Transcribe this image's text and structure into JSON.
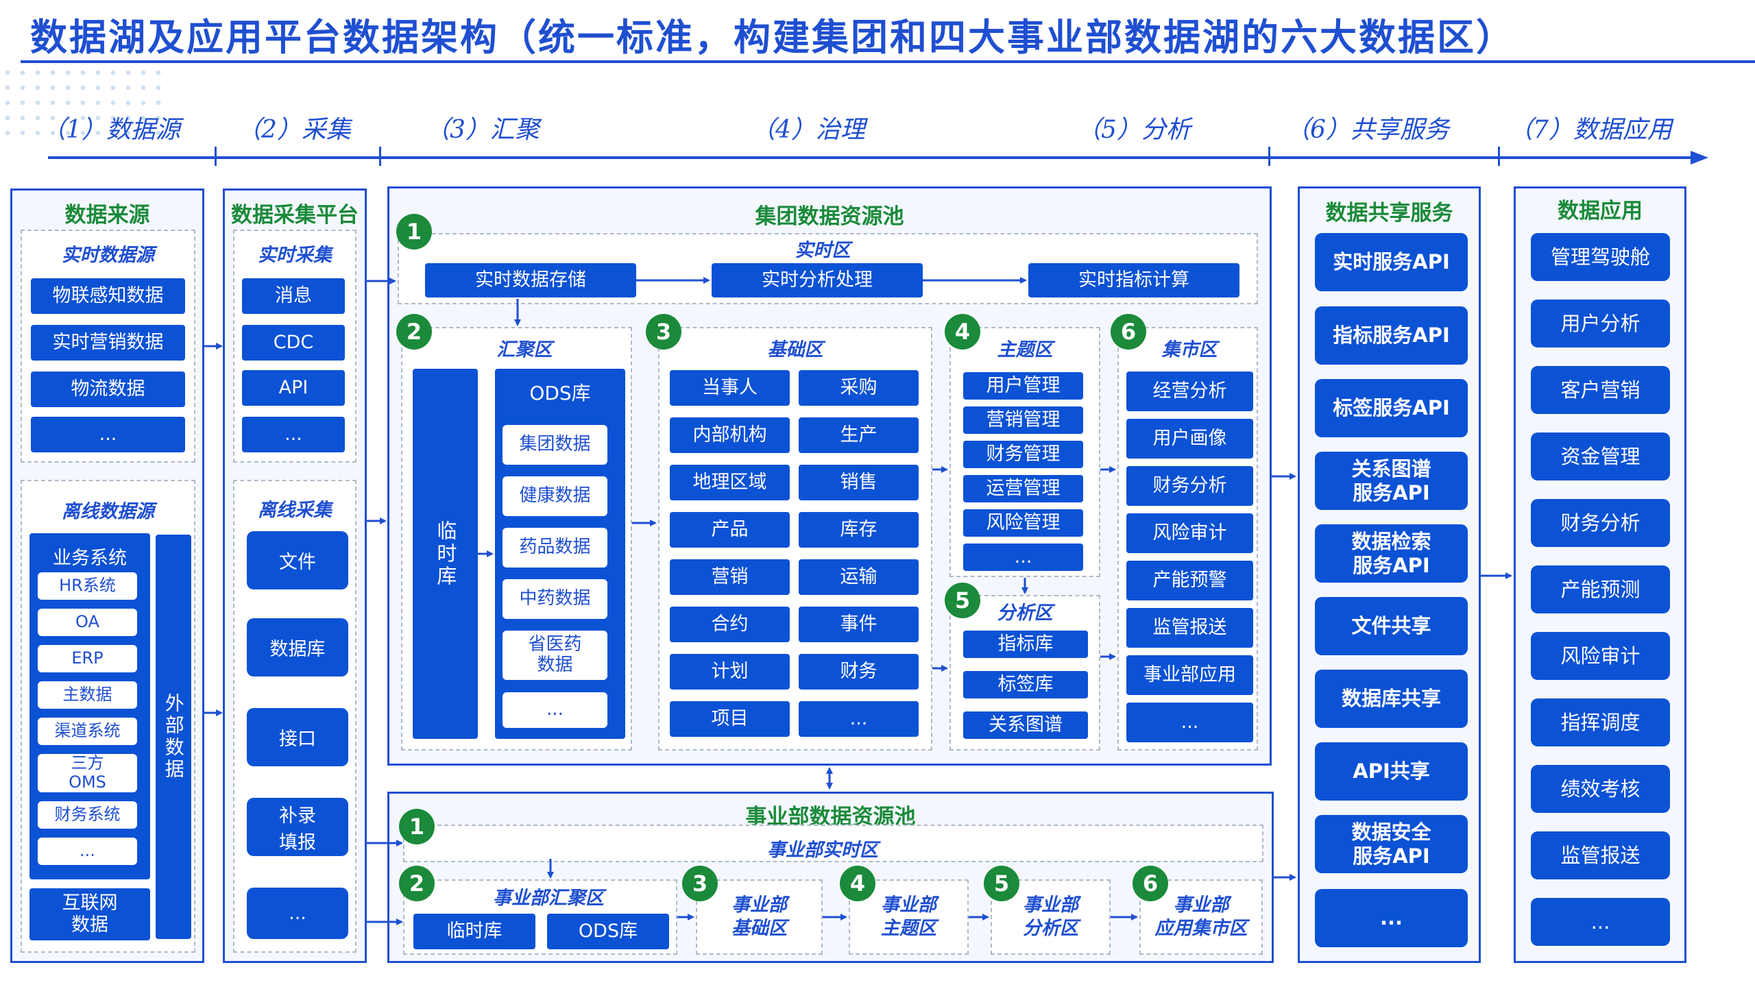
{
  "title": "数据湖及应用平台数据架构（统一标准，构建集团和四大事业部数据湖的六大数据区）",
  "stages": [
    "（1）数据源",
    "（2）采集",
    "（3）汇聚",
    "（4）治理",
    "（5）分析",
    "（6）共享服务",
    "（7）数据应用"
  ],
  "colors": {
    "primary": "#0c52d5",
    "border": "#1f4fd1",
    "heading": "#1b8a3a",
    "panel_bg": "#f4f8fe"
  },
  "source": {
    "title": "数据来源",
    "realtime_label": "实时数据源",
    "realtime_items": [
      "物联感知数据",
      "实时营销数据",
      "物流数据",
      "..."
    ],
    "offline_label": "离线数据源",
    "business_label": "业务系统",
    "business_items": [
      "HR系统",
      "OA",
      "ERP",
      "主数据",
      "渠道系统",
      "三方\nOMS",
      "财务系统",
      "..."
    ],
    "external": "外部数据",
    "internet": "互联网\n数据"
  },
  "collect": {
    "title": "数据采集平台",
    "realtime_label": "实时采集",
    "realtime_items": [
      "消息",
      "CDC",
      "API",
      "..."
    ],
    "offline_label": "离线采集",
    "offline_items": [
      "文件",
      "数据库",
      "接口",
      "补录\n填报",
      "..."
    ]
  },
  "group_pool": {
    "title": "集团数据资源池",
    "badges": [
      "1",
      "2",
      "3",
      "4",
      "5",
      "6"
    ],
    "realtime_zone": {
      "label": "实时区",
      "items": [
        "实时数据存储",
        "实时分析处理",
        "实时指标计算"
      ]
    },
    "agg_zone": {
      "label": "汇聚区",
      "temp": "临时库",
      "ods": "ODS库",
      "ods_items": [
        "集团数据",
        "健康数据",
        "药品数据",
        "中药数据",
        "省医药\n数据",
        "..."
      ]
    },
    "base_zone": {
      "label": "基础区",
      "items": [
        "当事人",
        "采购",
        "内部机构",
        "生产",
        "地理区域",
        "销售",
        "产品",
        "库存",
        "营销",
        "运输",
        "合约",
        "事件",
        "计划",
        "财务",
        "项目",
        "..."
      ]
    },
    "theme_zone": {
      "label": "主题区",
      "items": [
        "用户管理",
        "营销管理",
        "财务管理",
        "运营管理",
        "风险管理",
        "..."
      ]
    },
    "analysis_zone": {
      "label": "分析区",
      "items": [
        "指标库",
        "标签库",
        "关系图谱"
      ]
    },
    "mart_zone": {
      "label": "集市区",
      "items": [
        "经营分析",
        "用户画像",
        "财务分析",
        "风险审计",
        "产能预警",
        "监管报送",
        "事业部应用",
        "..."
      ]
    }
  },
  "bu_pool": {
    "title": "事业部数据资源池",
    "realtime_label": "事业部实时区",
    "agg_label": "事业部汇聚区",
    "agg_items": [
      "临时库",
      "ODS库"
    ],
    "zones": [
      "事业部\n基础区",
      "事业部\n主题区",
      "事业部\n分析区",
      "事业部\n应用集市区"
    ]
  },
  "share": {
    "title": "数据共享服务",
    "items": [
      "实时服务API",
      "指标服务API",
      "标签服务API",
      "关系图谱\n服务API",
      "数据检索\n服务API",
      "文件共享",
      "数据库共享",
      "API共享",
      "数据安全\n服务API",
      "..."
    ]
  },
  "apps": {
    "title": "数据应用",
    "items": [
      "管理驾驶舱",
      "用户分析",
      "客户营销",
      "资金管理",
      "财务分析",
      "产能预测",
      "风险审计",
      "指挥调度",
      "绩效考核",
      "监管报送",
      "..."
    ]
  }
}
